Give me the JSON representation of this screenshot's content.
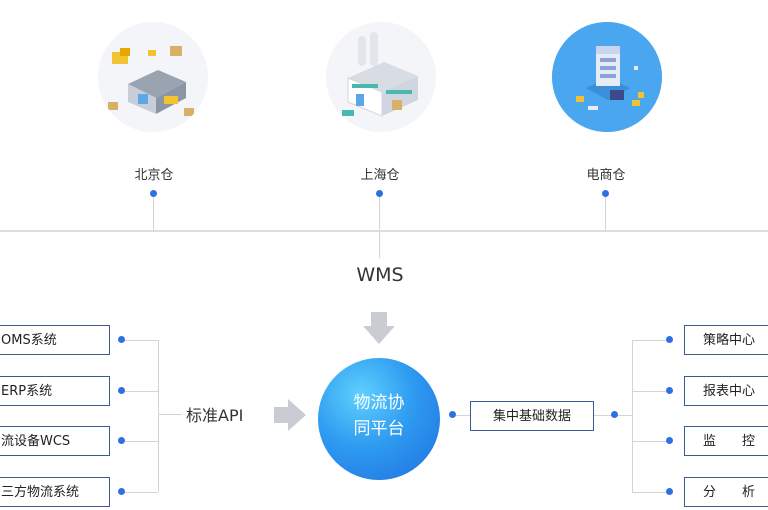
{
  "warehouses": [
    {
      "label": "北京仓"
    },
    {
      "label": "上海仓"
    },
    {
      "label": "电商仓"
    }
  ],
  "wms": "WMS",
  "left_systems": [
    "OMS系统",
    "ERP系统",
    "流设备WCS",
    "三方物流系统"
  ],
  "api_label": "标准API",
  "platform": {
    "line1": "物流协",
    "line2": "同平台"
  },
  "center_box": "集中基础数据",
  "right_modules": [
    "策略中心",
    "报表中心",
    "监　　控",
    "分　　析"
  ],
  "colors": {
    "accent": "#2f6fe4",
    "box_border": "#3a5d8f",
    "platform": "#2e9bf0"
  }
}
